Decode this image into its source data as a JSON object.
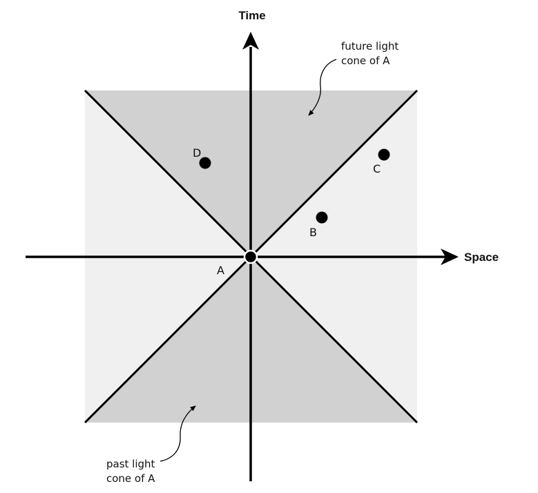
{
  "axes": {
    "time_label": "Time",
    "space_label": "Space"
  },
  "points": {
    "a": "A",
    "b": "B",
    "c": "C",
    "d": "D"
  },
  "annotations": {
    "future_line1": "future light",
    "future_line2": "cone of A",
    "past_line1": "past light",
    "past_line2": "cone of A"
  },
  "colors": {
    "cone_fill": "#d1d1d1",
    "outside_fill": "#f0f0f0",
    "stroke": "#000000"
  }
}
